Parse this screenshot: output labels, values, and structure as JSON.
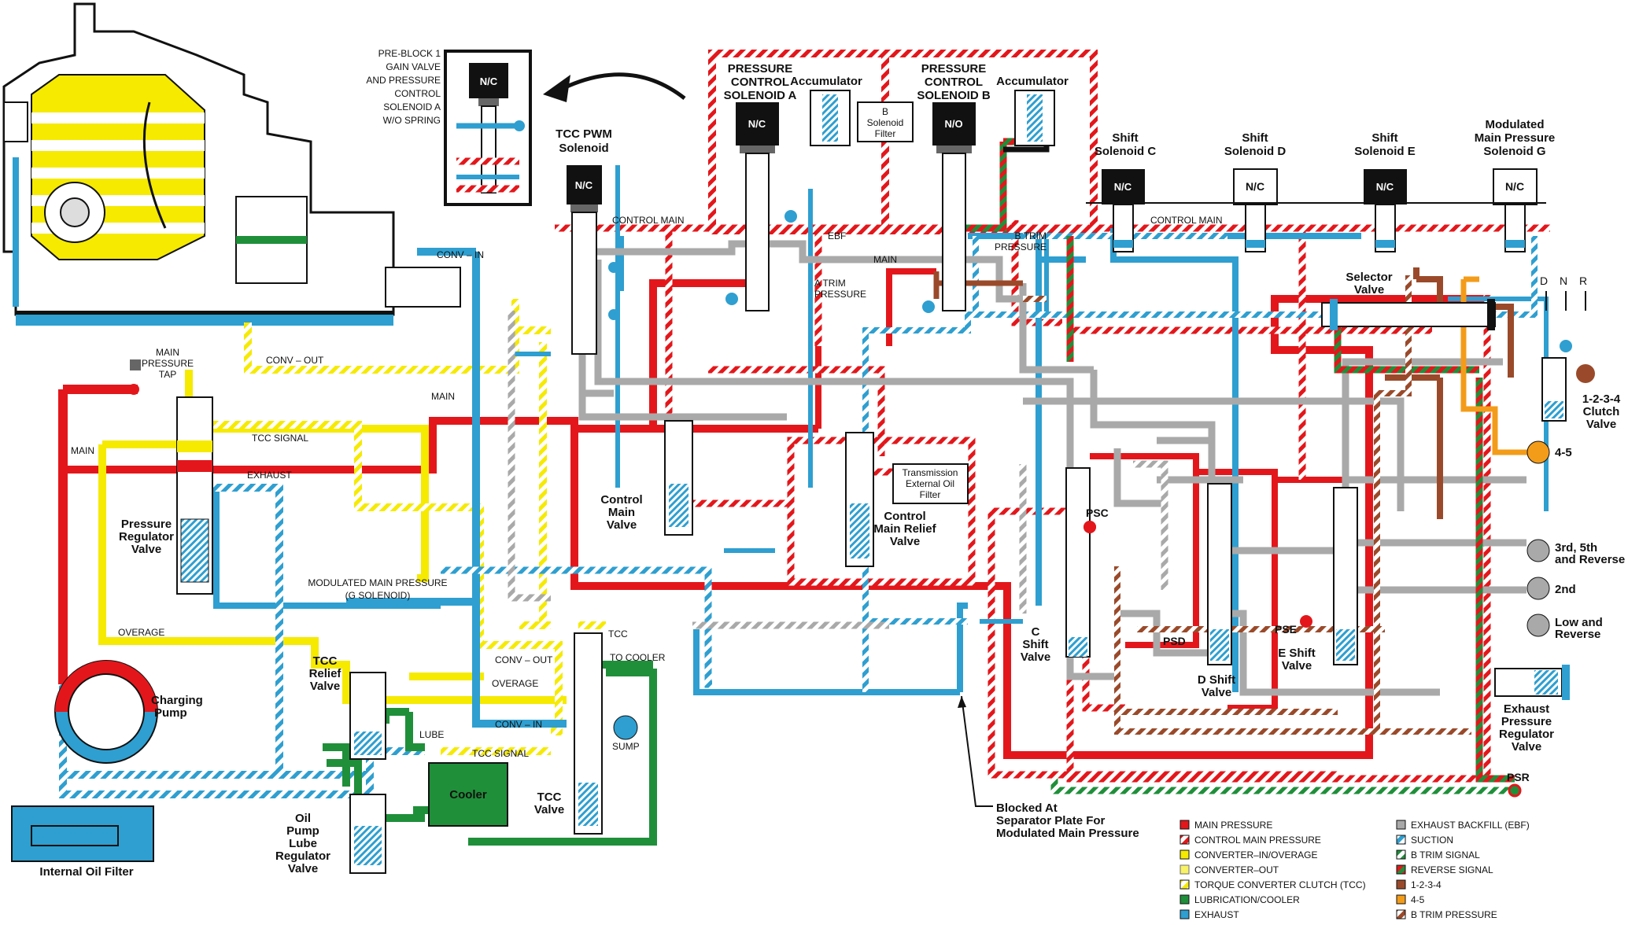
{
  "colors": {
    "main": "#e3171b",
    "converter": "#f5ea00",
    "lube": "#1f8f3a",
    "exhaust": "#2e9fd0",
    "ebf": "#a9a9a9",
    "brown": "#9a4a2a",
    "orange": "#f39c1a",
    "black": "#111111"
  },
  "solenoids": {
    "preblock": "N/C",
    "tcc_pwm": "N/C",
    "pcs_a": "N/C",
    "pcs_b": "N/O",
    "shift_c": "N/C",
    "shift_d": "N/C",
    "shift_e": "N/C",
    "mod_g": "N/C"
  },
  "labels": {
    "preblock": [
      "PRE-BLOCK 1",
      "GAIN VALVE",
      "AND PRESSURE",
      "CONTROL",
      "SOLENOID A",
      "W/O SPRING"
    ],
    "tcc_pwm": [
      "TCC PWM",
      "Solenoid"
    ],
    "pcs_a": [
      "PRESSURE",
      "CONTROL",
      "SOLENOID A"
    ],
    "pcs_b": [
      "PRESSURE",
      "CONTROL",
      "SOLENOID B"
    ],
    "accumulator": "Accumulator",
    "b_filter": [
      "B",
      "Solenoid",
      "Filter"
    ],
    "shift_c": [
      "Shift",
      "Solenoid C"
    ],
    "shift_d": [
      "Shift",
      "Solenoid D"
    ],
    "shift_e": [
      "Shift",
      "Solenoid E"
    ],
    "mod_g": [
      "Modulated",
      "Main Pressure",
      "Solenoid G"
    ],
    "control_main": "CONTROL MAIN",
    "ebf": "EBF",
    "main": "MAIN",
    "a_trim": [
      "A TRIM",
      "PRESSURE"
    ],
    "b_trim": [
      "B TRIM",
      "PRESSURE"
    ],
    "conv_in": "CONV – IN",
    "conv_out": "CONV – OUT",
    "main_tap": [
      "MAIN",
      "PRESSURE",
      "TAP"
    ],
    "tcc_signal": "TCC SIGNAL",
    "exhaust": "EXHAUST",
    "pressure_regulator": [
      "Pressure",
      "Regulator",
      "Valve"
    ],
    "mod_main_pressure": [
      "MODULATED MAIN PRESSURE",
      "(G SOLENOID)"
    ],
    "overage": "OVERAGE",
    "charging_pump": [
      "Charging",
      "Pump"
    ],
    "tcc_relief": [
      "TCC",
      "Relief",
      "Valve"
    ],
    "lube": "LUBE",
    "cooler": "Cooler",
    "oil_pump_lube": [
      "Oil",
      "Pump",
      "Lube",
      "Regulator",
      "Valve"
    ],
    "internal_filter": "Internal Oil Filter",
    "tcc": "TCC",
    "to_cooler": "TO COOLER",
    "sump": "SUMP",
    "tcc_valve": [
      "TCC",
      "Valve"
    ],
    "control_main_valve": [
      "Control",
      "Main",
      "Valve"
    ],
    "control_main_relief": [
      "Control",
      "Main Relief",
      "Valve"
    ],
    "trans_filter": [
      "Transmission",
      "External Oil",
      "Filter"
    ],
    "selector": [
      "Selector",
      "Valve"
    ],
    "dnr": [
      "D",
      "N",
      "R"
    ],
    "clutch_1234": [
      "1-2-3-4",
      "Clutch",
      "Valve"
    ],
    "c45": "4-5",
    "c3rd": [
      "3rd, 5th",
      "and Reverse"
    ],
    "c2nd": "2nd",
    "clowrev": [
      "Low and",
      "Reverse"
    ],
    "exh_regulator": [
      "Exhaust",
      "Pressure",
      "Regulator",
      "Valve"
    ],
    "psc": "PSC",
    "psd": "PSD",
    "pse": "PSE",
    "psr": "PSR",
    "c_shift": [
      "C",
      "Shift",
      "Valve"
    ],
    "d_shift": [
      "D Shift",
      "Valve"
    ],
    "e_shift": [
      "E Shift",
      "Valve"
    ],
    "blocked": [
      "Blocked At",
      "Separator Plate For",
      "Modulated Main Pressure"
    ]
  },
  "legend": {
    "left": [
      "MAIN PRESSURE",
      "CONTROL MAIN PRESSURE",
      "CONVERTER–IN/OVERAGE",
      "CONVERTER–OUT",
      "TORQUE CONVERTER CLUTCH (TCC)",
      "LUBRICATION/COOLER",
      "EXHAUST"
    ],
    "right": [
      "EXHAUST BACKFILL (EBF)",
      "SUCTION",
      "B TRIM SIGNAL",
      "REVERSE SIGNAL",
      "1-2-3-4",
      "4-5",
      "B TRIM PRESSURE"
    ]
  }
}
